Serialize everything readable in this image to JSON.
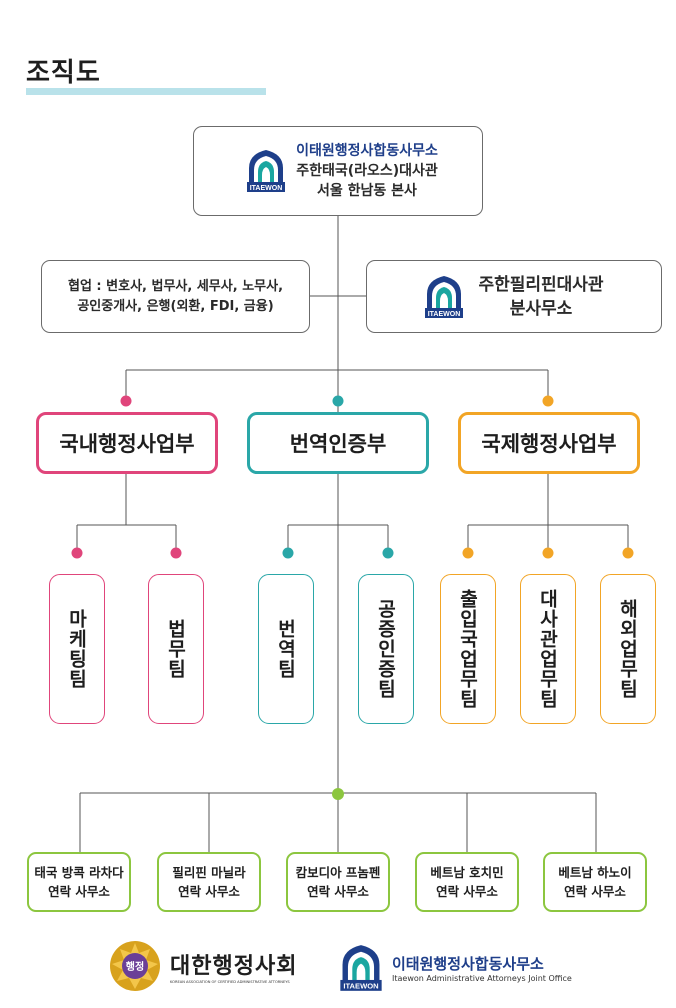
{
  "title": "조직도",
  "headquarters": {
    "logo_text": "ITAEWON",
    "name": "이태원행정사합동사무소",
    "line1": "주한태국(라오스)대사관",
    "line2": "서울 한남동 본사"
  },
  "partner": {
    "line1": "협업 : 변호사, 법무사, 세무사, 노무사,",
    "line2": "공인중개사, 은행(외환, FDI, 금융)"
  },
  "branch": {
    "logo_text": "ITAEWON",
    "line1": "주한필리핀대사관",
    "line2": "분사무소"
  },
  "departments": [
    {
      "label": "국내행정사업부",
      "color": "#e0457b"
    },
    {
      "label": "번역인증부",
      "color": "#2aa7a8"
    },
    {
      "label": "국제행정사업부",
      "color": "#f2a526"
    }
  ],
  "teams": [
    {
      "label": "마케팅팀",
      "color": "#e0457b"
    },
    {
      "label": "법무팀",
      "color": "#e0457b"
    },
    {
      "label": "번역팀",
      "color": "#2aa7a8"
    },
    {
      "label": "공증인증팀",
      "color": "#2aa7a8"
    },
    {
      "label": "출입국업무팀",
      "color": "#f2a526"
    },
    {
      "label": "대사관업무팀",
      "color": "#f2a526"
    },
    {
      "label": "해외업무팀",
      "color": "#f2a526"
    }
  ],
  "offices": [
    {
      "line1": "태국 방콕 라차다",
      "line2": "연락 사무소"
    },
    {
      "line1": "필리핀 마닐라",
      "line2": "연락 사무소"
    },
    {
      "line1": "캄보디아 프놈펜",
      "line2": "연락 사무소"
    },
    {
      "line1": "베트남 호치민",
      "line2": "연락 사무소"
    },
    {
      "line1": "베트남 하노이",
      "line2": "연락 사무소"
    }
  ],
  "office_color": "#8cc63f",
  "footer": {
    "association_seal": "행정",
    "association_name": "대한행정사회",
    "association_sub": "KOREAN ASSOCIATION OF CERTIFIED ADMINISTRATIVE ATTORNEYS",
    "firm_logo_text": "ITAEWON",
    "firm_name": "이태원행정사합동사무소",
    "firm_sub": "Itaewon Administrative Attorneys Joint Office"
  }
}
